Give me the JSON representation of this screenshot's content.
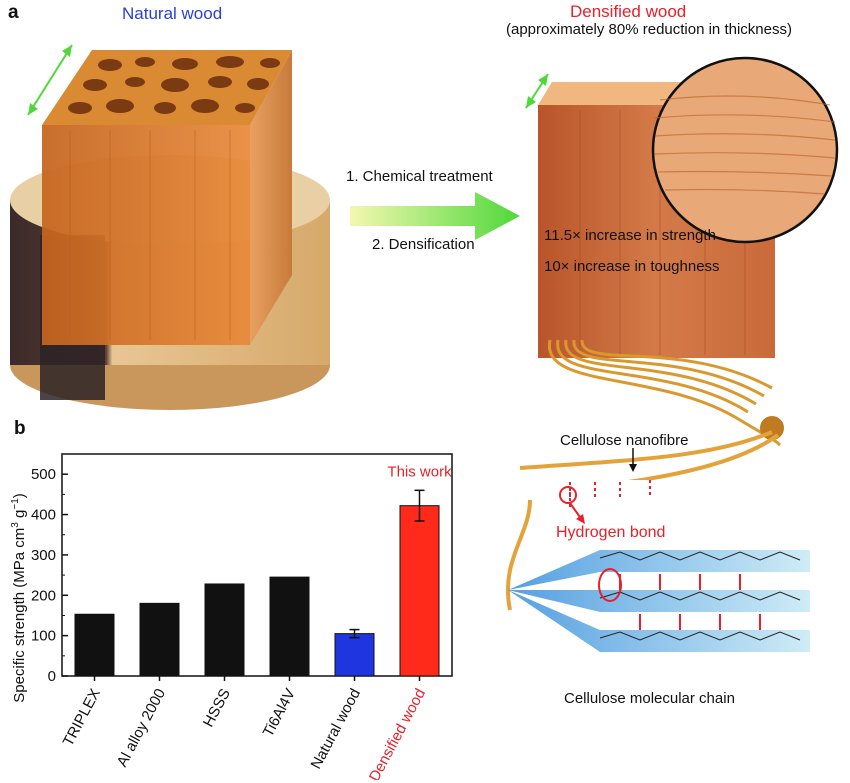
{
  "panel_a": {
    "label": "a",
    "natural_wood_title": "Natural wood",
    "densified_title": "Densified wood",
    "densified_subtitle": "(approximately 80% reduction in thickness)",
    "step1": "1. Chemical treatment",
    "step2": "2. Densification",
    "strength_note": "11.5× increase in strength",
    "toughness_note": "10× increase in toughness",
    "nanofibre_label": "Cellulose nanofibre",
    "hbond_label": "Hydrogen bond",
    "molecular_label": "Cellulose molecular chain",
    "colors": {
      "blue_title": "#2a3fd6",
      "red_title": "#e8202a",
      "arrow_green": "#4fd83a"
    }
  },
  "panel_b": {
    "label": "b",
    "annotation": "This work",
    "ylabel_main": "Specific strength (MPa cm",
    "ylabel_sup1": "3",
    "ylabel_mid": " g",
    "ylabel_sup2": "−1",
    "ylabel_end": ")",
    "colors": {
      "black": "#111111",
      "blue": "#1f35e0",
      "red": "#ff2a1a"
    }
  },
  "chart_data": {
    "type": "bar",
    "categories": [
      "TRIPLEX",
      "Al alloy 2000",
      "HSSS",
      "Ti6Al4V",
      "Natural wood",
      "Densified wood"
    ],
    "values": [
      153,
      180,
      228,
      245,
      105,
      422
    ],
    "errors": [
      0,
      0,
      0,
      0,
      10,
      38
    ],
    "bar_colors": [
      "#111111",
      "#111111",
      "#111111",
      "#111111",
      "#1f35e0",
      "#ff2a1a"
    ],
    "label_colors": [
      "#111111",
      "#111111",
      "#111111",
      "#111111",
      "#111111",
      "#e8202a"
    ],
    "ylim": [
      0,
      550
    ],
    "yticks": [
      0,
      100,
      200,
      300,
      400,
      500
    ],
    "grid": false
  }
}
